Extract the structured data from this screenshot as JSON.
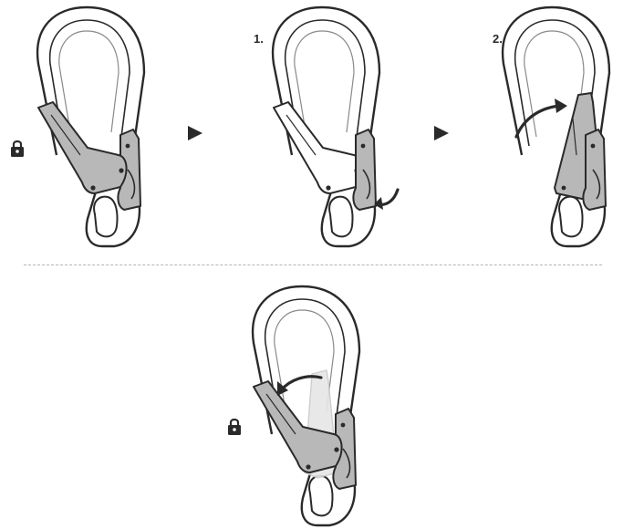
{
  "steps": [
    {
      "id": "initial",
      "state": "locked",
      "label": ""
    },
    {
      "id": "step-1",
      "state": "unlocking",
      "label": "1."
    },
    {
      "id": "step-2",
      "state": "gate-open",
      "label": "2."
    },
    {
      "id": "result",
      "state": "locked",
      "label": ""
    }
  ],
  "icons": {
    "lock": "lock-icon",
    "arrow": "triangle-right-icon",
    "rotate": "curved-arrow-icon"
  },
  "colors": {
    "outline": "#2a2a2a",
    "body": "#ffffff",
    "gate": "#b8b8b8",
    "ghost": "#e6e6e6",
    "divider": "#b5b5b5"
  }
}
